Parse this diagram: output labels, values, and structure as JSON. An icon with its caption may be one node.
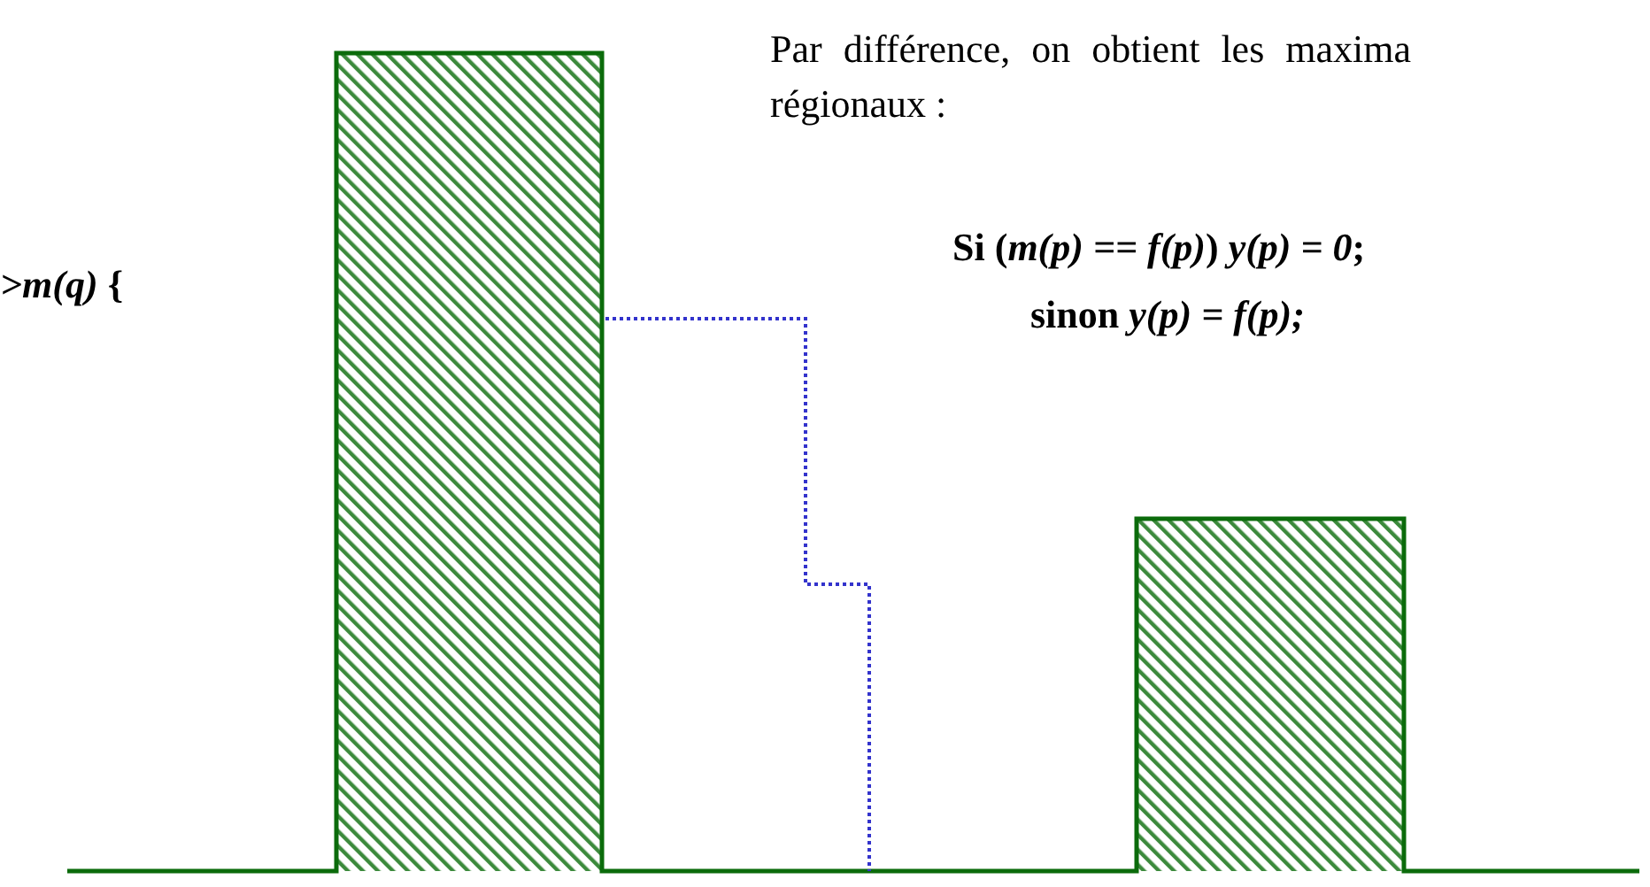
{
  "diagram": {
    "labels": [
      "*>m(q)* {",
      "Par différence, on obtient les maxima régionaux :",
      "Si (*m(p) == f(p)*) *y(p) = 0*;",
      "sinon *y(p) = f(p);*"
    ]
  }
}
